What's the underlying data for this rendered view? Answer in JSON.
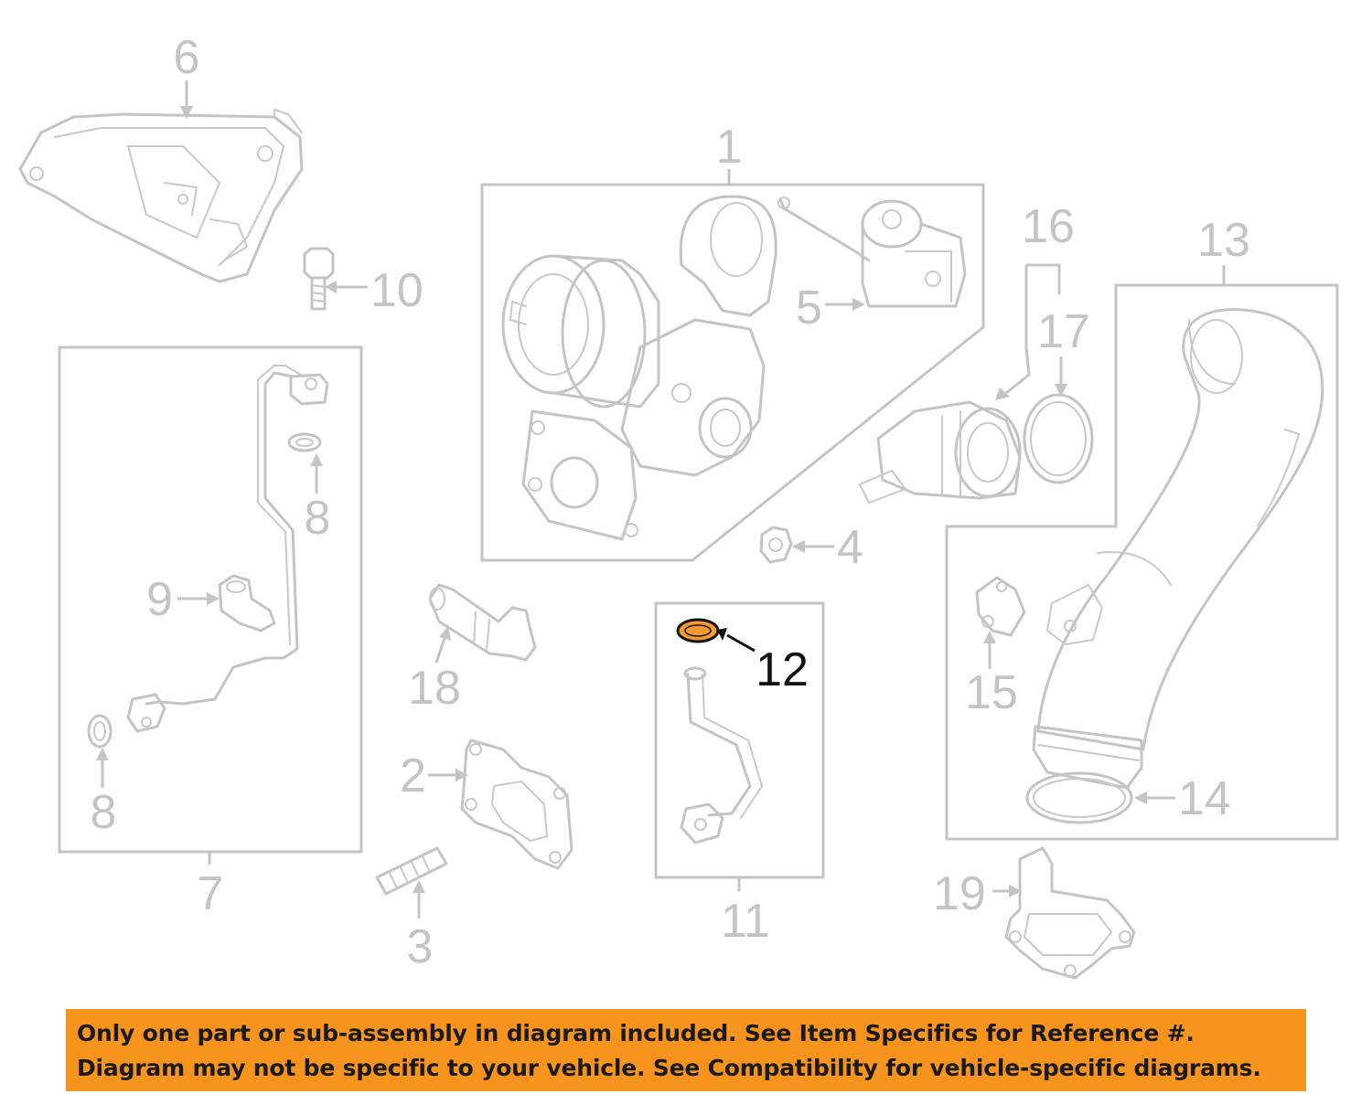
{
  "colors": {
    "line_art": "#c4c4c4",
    "highlight_fill": "#f29a2e",
    "highlight_stroke": "#111111",
    "banner_bg": "#f7941d",
    "banner_text": "#1a1a1a"
  },
  "callouts": {
    "c1": "1",
    "c2": "2",
    "c3": "3",
    "c4": "4",
    "c5": "5",
    "c6": "6",
    "c7": "7",
    "c8a": "8",
    "c8b": "8",
    "c9": "9",
    "c10": "10",
    "c11": "11",
    "c12": "12",
    "c13": "13",
    "c14": "14",
    "c15": "15",
    "c16": "16",
    "c17": "17",
    "c18": "18",
    "c19": "19"
  },
  "highlighted_part": "12",
  "banner": {
    "line1": "Only one part or sub-assembly in diagram included. See Item Specifics for Reference #.",
    "line2": "Diagram may not be specific to your vehicle. See Compatibility for vehicle-specific diagrams."
  }
}
